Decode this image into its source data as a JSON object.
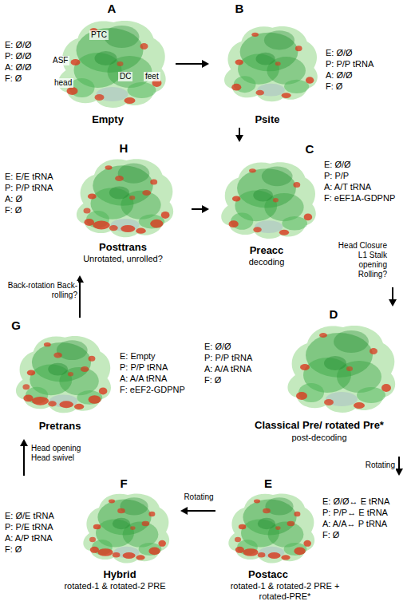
{
  "diagram": {
    "nodes": [
      {
        "text": [
          "A",
          "Empty",
          "E: Ø/Ø",
          "P: Ø/Ø",
          "A: Ø/Ø",
          "F: Ø"
        ]
      },
      {
        "text": [
          "B",
          "Psite",
          "E: Ø/Ø",
          "P: P/P tRNA",
          "A: Ø/Ø",
          "F: Ø"
        ]
      },
      {
        "text": [
          "H",
          "Posttrans",
          "Unrotated, unrolled?",
          "E: E/E tRNA",
          "P: P/P tRNA",
          "A: Ø",
          "F: Ø"
        ]
      },
      {
        "text": [
          "C",
          "Preacc",
          "decoding",
          "E: Ø/Ø",
          "P: P/P",
          "A: A/T tRNA",
          "F: eEF1A-GDPNP"
        ]
      },
      {
        "text": [
          "G",
          "Pretrans",
          "E: Empty",
          "P: P/P tRNA",
          "A: A/A tRNA",
          "F: eEF2-GDPNP"
        ]
      },
      {
        "text": [
          "D",
          "Classical Pre/ rotated Pre*",
          "post-decoding",
          "E: Ø/Ø",
          "P: P/P tRNA",
          "A: A/A tRNA",
          "F: Ø"
        ]
      },
      {
        "text": [
          "F",
          "Hybrid",
          "rotated-1 & rotated-2 PRE",
          "E: Ø/E tRNA",
          "P: P/E tRNA",
          "A: A/P tRNA",
          "F: Ø"
        ]
      },
      {
        "text": [
          "E",
          "Postacc",
          "rotated-1 & rotated-2 PRE + rotated-PRE*",
          "E: Ø/Ø↔ E tRNA",
          "P: P/P↔ E tRNA",
          "A: A/A↔ P tRNA",
          "F: Ø"
        ]
      }
    ],
    "edges": [
      {
        "from": 0,
        "to": 1,
        "arrow": "to"
      },
      {
        "from": 1,
        "to": 3,
        "arrow": "to"
      },
      {
        "from": 3,
        "to": 5,
        "label": "Head Closure L1 Stalk opening Rolling?",
        "arrow": "to"
      },
      {
        "from": 5,
        "to": 7,
        "label": "Rotating",
        "arrow": "to"
      },
      {
        "from": 7,
        "to": 6,
        "label": "Rotating",
        "arrow": "to"
      },
      {
        "from": 6,
        "to": 4,
        "label": "Head opening Head swivel",
        "arrow": "to"
      },
      {
        "from": 4,
        "to": 2,
        "label": "Back-rotation Back-rolling?",
        "arrow": "to"
      },
      {
        "from": 2,
        "to": 3,
        "arrow": "to"
      }
    ],
    "labels": [
      "PTC",
      "ASF",
      "head",
      "DC",
      "feet"
    ]
  }
}
